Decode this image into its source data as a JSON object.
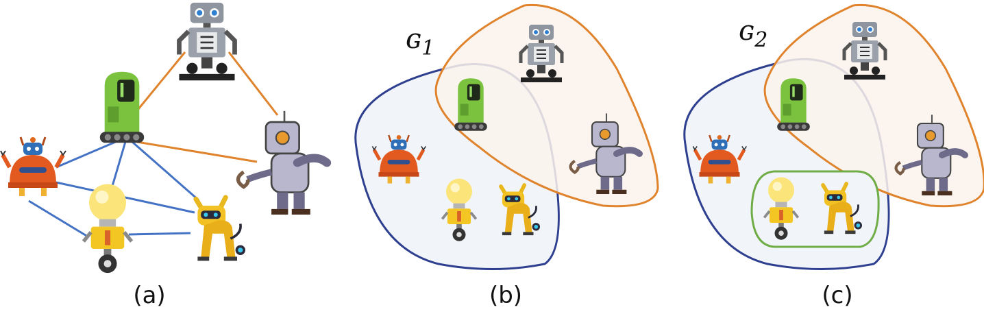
{
  "colors": {
    "blue_edge": "#4472C4",
    "orange_edge": "#E0832D",
    "blue_set": "#2E3F8F",
    "orange_set": "#E0832D",
    "green_set": "#70AD47",
    "blue_fill": "#F1F4F9",
    "orange_fill": "#FCF3EC"
  },
  "panels": [
    {
      "caption": "(a)"
    },
    {
      "caption": "(b)",
      "set_label": "ɢ",
      "set_index": "1"
    },
    {
      "caption": "(c)",
      "set_label": "ɢ",
      "set_index": "2"
    }
  ],
  "robots": [
    "grey-humanoid-robot",
    "green-tank-robot",
    "boxy-grey-robot",
    "orange-dome-robot",
    "lightbulb-robot",
    "yellow-dog-robot"
  ]
}
